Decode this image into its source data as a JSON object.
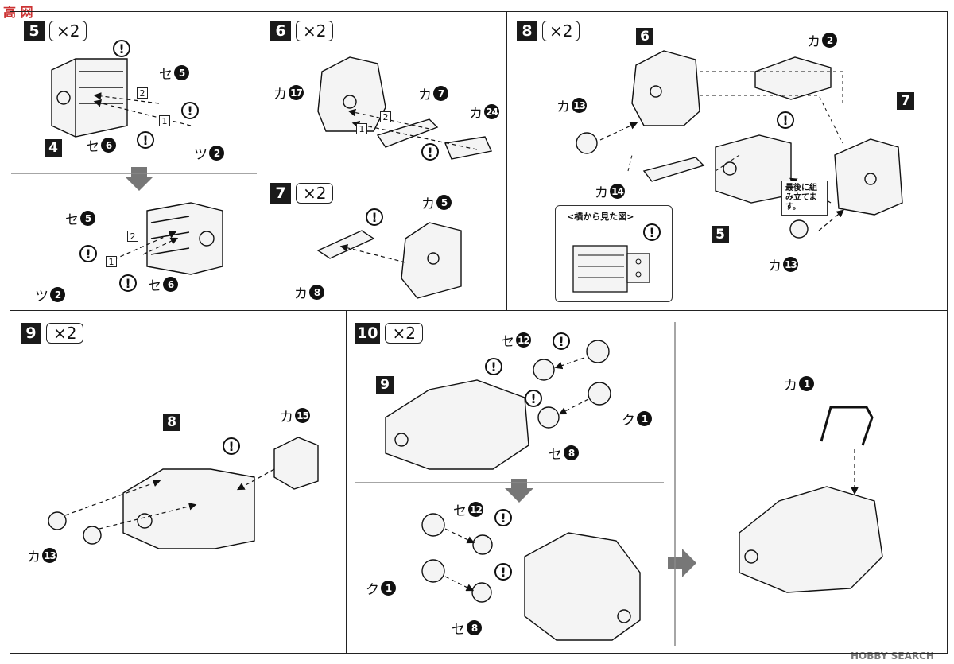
{
  "watermark_top": "高 网",
  "watermark_bottom": "HOBBY SEARCH",
  "steps": {
    "s5": {
      "num": "5",
      "mult": "×2"
    },
    "s6": {
      "num": "6",
      "mult": "×2"
    },
    "s7": {
      "num": "7",
      "mult": "×2"
    },
    "s8": {
      "num": "8",
      "mult": "×2"
    },
    "s9": {
      "num": "9",
      "mult": "×2"
    },
    "s10": {
      "num": "10",
      "mult": "×2"
    }
  },
  "refs": {
    "r4": "4",
    "r6": "6",
    "r7": "7",
    "r5": "5",
    "r8": "8",
    "r9": "9"
  },
  "warn": "!",
  "order": {
    "one": "1",
    "two": "2"
  },
  "parts": {
    "se": "セ",
    "tsu": "ツ",
    "ka": "カ",
    "ku": "ク",
    "n1": "1",
    "n2": "2",
    "n5": "5",
    "n6": "6",
    "n7": "7",
    "n8": "8",
    "n12": "12",
    "n13": "13",
    "n14": "14",
    "n15": "15",
    "n17": "17",
    "n24": "24"
  },
  "inset_title": "<横から見た図>",
  "note": "最後に組み立てます。"
}
